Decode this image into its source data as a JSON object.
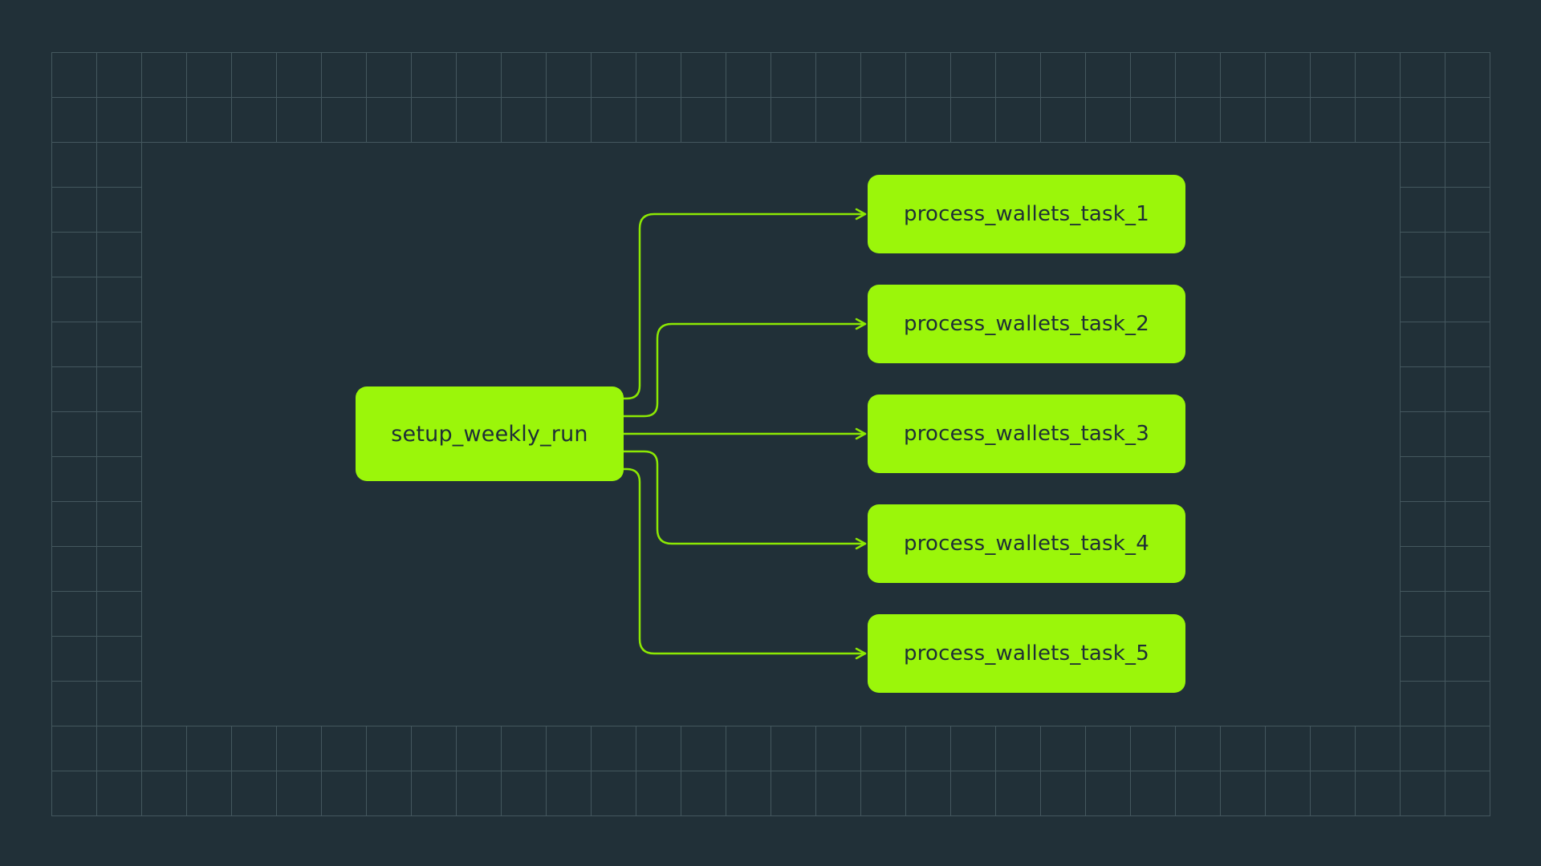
{
  "diagram": {
    "source_node": {
      "id": "setup_weekly_run",
      "label": "setup_weekly_run"
    },
    "task_nodes": [
      {
        "id": "process_wallets_task_1",
        "label": "process_wallets_task_1"
      },
      {
        "id": "process_wallets_task_2",
        "label": "process_wallets_task_2"
      },
      {
        "id": "process_wallets_task_3",
        "label": "process_wallets_task_3"
      },
      {
        "id": "process_wallets_task_4",
        "label": "process_wallets_task_4"
      },
      {
        "id": "process_wallets_task_5",
        "label": "process_wallets_task_5"
      }
    ],
    "edges": [
      {
        "from": "setup_weekly_run",
        "to": "process_wallets_task_1"
      },
      {
        "from": "setup_weekly_run",
        "to": "process_wallets_task_2"
      },
      {
        "from": "setup_weekly_run",
        "to": "process_wallets_task_3"
      },
      {
        "from": "setup_weekly_run",
        "to": "process_wallets_task_4"
      },
      {
        "from": "setup_weekly_run",
        "to": "process_wallets_task_5"
      }
    ],
    "colors": {
      "background": "#213038",
      "grid_line": "#44575e",
      "node_fill": "#9bf60a",
      "edge_stroke": "#8ce803",
      "node_text": "#1e2e36"
    }
  }
}
